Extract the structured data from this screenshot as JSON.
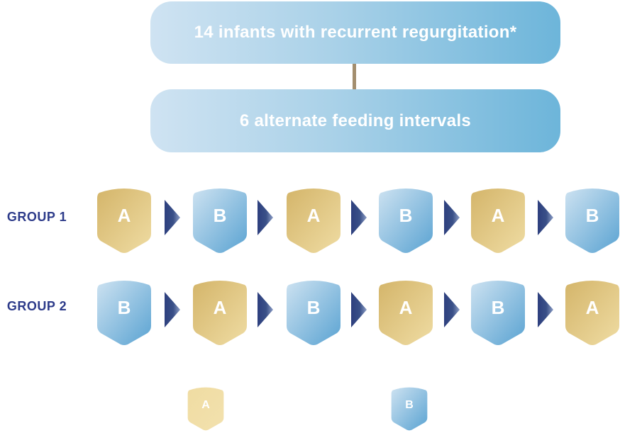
{
  "flow": {
    "top_box": "14 infants with recurrent regurgitation*",
    "second_box": "6 alternate feeding intervals"
  },
  "groups": [
    {
      "label": "GROUP 1",
      "sequence": [
        "A",
        "B",
        "A",
        "B",
        "A",
        "B"
      ]
    },
    {
      "label": "GROUP 2",
      "sequence": [
        "B",
        "A",
        "B",
        "A",
        "B",
        "A"
      ]
    }
  ],
  "legend": [
    "A",
    "B"
  ],
  "colors": {
    "formula_a_gold": "#dcc07a",
    "formula_b_blue": "#8cc0e0",
    "arrow_navy": "#2d3b8a",
    "connector": "#a38e6e",
    "group_label": "#2d3b8a"
  }
}
